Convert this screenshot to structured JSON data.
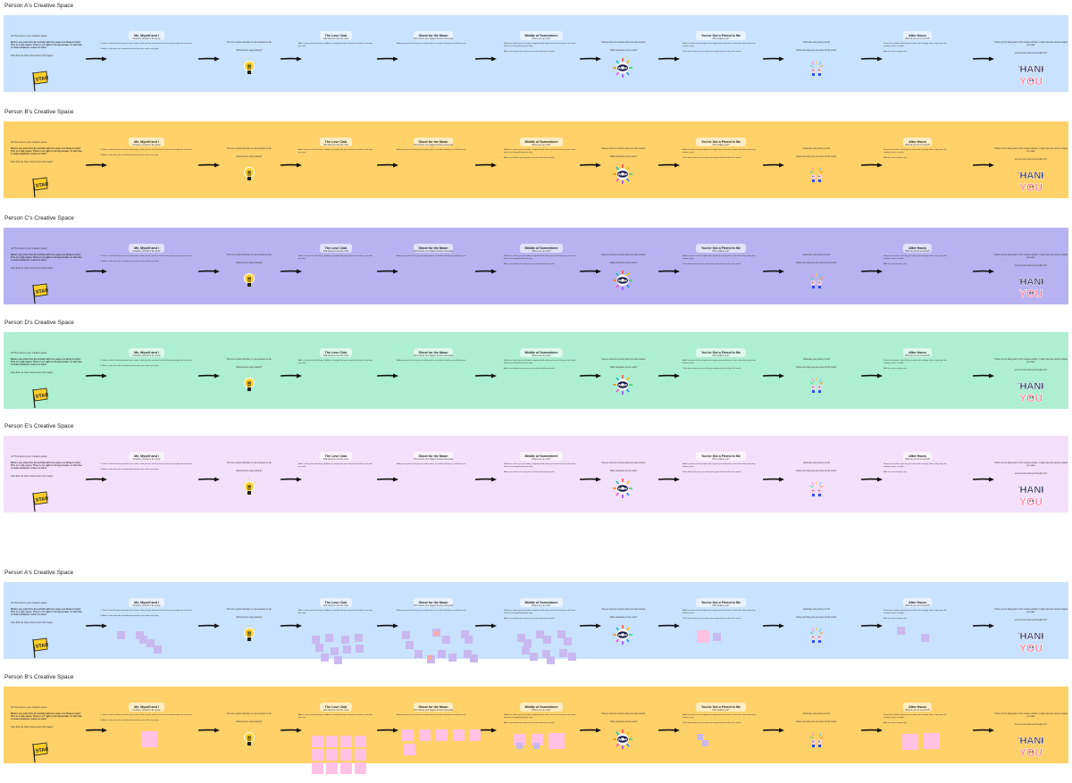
{
  "canvas": {
    "spaces": [
      {
        "label": "Person A's Creative Space",
        "color": "#c9e2ff",
        "id": "a1"
      },
      {
        "label": "Person B's Creative Space",
        "color": "#ffd169",
        "id": "b1"
      },
      {
        "label": "Person C's Creative Space",
        "color": "#b8b3f0",
        "id": "c1"
      },
      {
        "label": "Person D's Creative Space",
        "color": "#aeeed2",
        "id": "d1"
      },
      {
        "label": "Person E's Creative Space",
        "color": "#f3e0fd",
        "id": "e1"
      },
      {
        "label": "Person A's Creative Space",
        "color": "#c9e2ff",
        "id": "a2"
      },
      {
        "label": "Person B's Creative Space",
        "color": "#ffd169",
        "id": "b2"
      }
    ],
    "intro": {
      "greeting": "Hi! This area is your creative space.",
      "description": "Before you enter this fun activity with me, keep one thing in mind: This is a safe space. There is no right or wrong answer, so feel free to share whatever comes to mind.",
      "cta": "Now that we have that sorted, let's begin!"
    },
    "stages": [
      {
        "title": "Me, Myself and I",
        "sub": "Introduce yourself to the group",
        "body": "1. Share a little bit about yourself: your name, what you do, and one fun fact that most people do not know.",
        "body2": "2. Add a sticky note with something that makes you smile every day."
      },
      {
        "title": "The Love Club",
        "sub": "Add what you love the most",
        "body": "Add a sticky note with things, hobbies or people that you cannot live without, one idea per note."
      },
      {
        "title": "Shoot for the Moon",
        "sub": "Think about your biggest dreams and goals",
        "body": "Add your goals for this year on sticky notes, no matter how big or small they are."
      },
      {
        "title": "Middle of Somewhere",
        "sub": "Where are you now?",
        "body": "Reflect on where you are today compared with where you were last year and share what has changed along the way.",
        "body2": "Add a note about one step you can take toward your goals."
      },
      {
        "title": "You've Got a Friend in Me",
        "sub": "Who inspires you?",
        "body": "Add the names of the people who support you and write a short note about why they matter to you.",
        "body2": "Think about how you can show your appreciation to them this week."
      },
      {
        "title": "After Hours",
        "sub": "What do you do to unwind?",
        "body": "Share the activities that help you relax and recharge after a long day, like reading, music or walks.",
        "body2": "Add one new activity to try."
      }
    ],
    "bridges": [
      {
        "l1": "Time for a quick reflection on your answers so far.",
        "l2": "What did you enjoy sharing?"
      },
      {
        "l1": "Take a moment to look at what you have shared.",
        "l2": "What surprised you the most?"
      },
      {
        "l1": "Celebrate your journey so far!",
        "l2": "Share one thing you are proud of this month."
      }
    ],
    "outro": {
      "l1": "Thank you for taking part in this creative activity. I really hope this session helped you relax.",
      "l2": "Let me know what you thought of it!"
    },
    "stickers": {
      "start": "START",
      "thank": "THANK",
      "you": "YOU",
      "wow": "WOW"
    }
  }
}
